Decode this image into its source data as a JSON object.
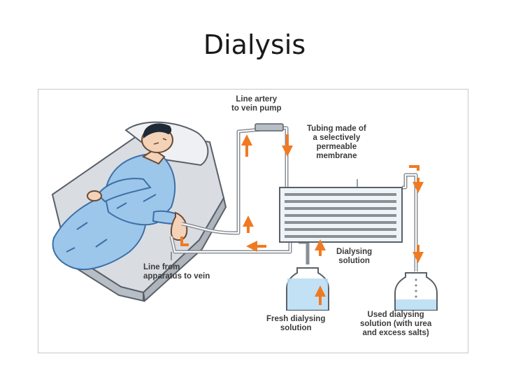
{
  "slide": {
    "title": "Dialysis"
  },
  "diagram": {
    "labels": {
      "line_artery": "Line artery\nto vein pump",
      "tubing": "Tubing made of\na selectively\npermeable\nmembrane",
      "line_from": "Line from\napparatus to vein",
      "dialysing_solution": "Dialysing\nsolution",
      "fresh_solution": "Fresh dialysing\nsolution",
      "used_solution": "Used dialysing\nsolution (with urea\nand excess salts)"
    },
    "colors": {
      "arrow": "#f07a22",
      "tube": "#8a8f96",
      "shirt": "#9cc6ea",
      "shirt_dark": "#3c6fa6",
      "bed": "#d9dde2",
      "water": "#b7dcf3",
      "skin": "#f4d2b8"
    }
  }
}
